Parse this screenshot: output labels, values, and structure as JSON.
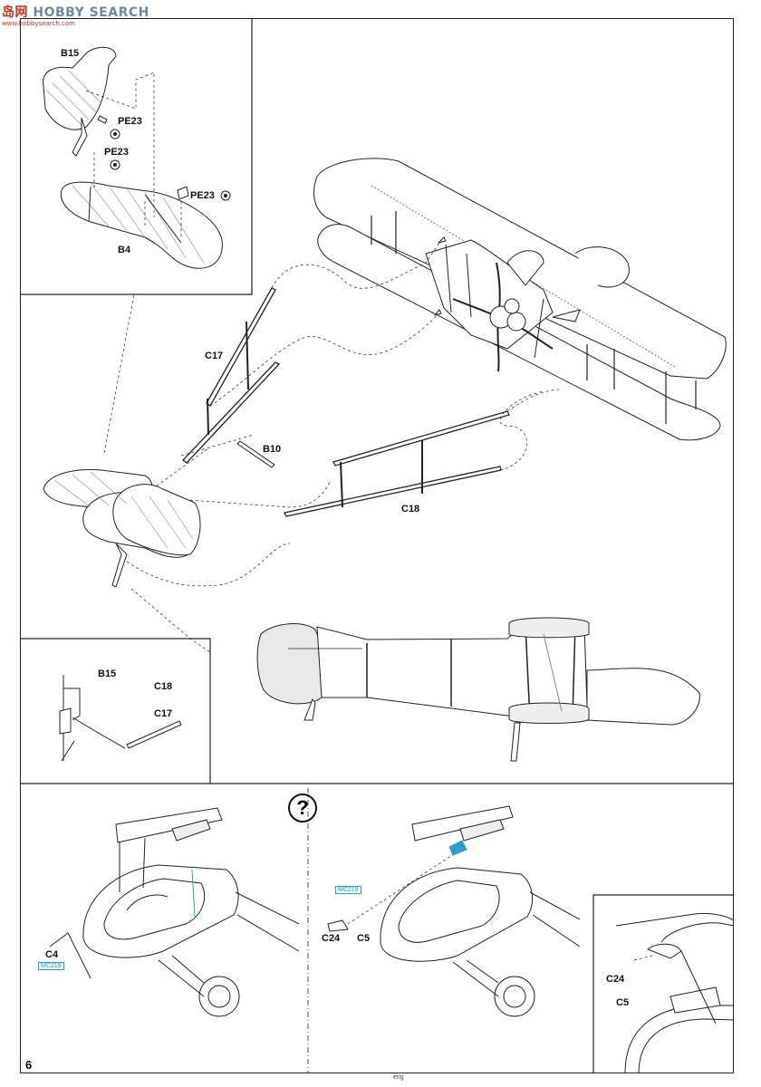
{
  "watermark": {
    "brand_cn": "岛",
    "brand_cn2": "网",
    "brand_en": "HOBBY SEARCH",
    "site": "www.hobbysearch.com"
  },
  "page_number": "6",
  "footer_mark": "eng",
  "step_marker": "?",
  "labels": {
    "b15_top": "B15",
    "pe23_a": "PE23",
    "pe23_b": "PE23",
    "pe23_c": "PE23",
    "b4": "B4",
    "c17": "C17",
    "b10": "B10",
    "c18": "C18",
    "b15_detail": "B15",
    "c18_detail": "C18",
    "c17_detail": "C17",
    "c4": "C4",
    "mc_left": "MC219",
    "mc_mid": "MC219",
    "c24_mid": "C24",
    "c5_mid": "C5",
    "c24_right": "C24",
    "c5_right": "C5"
  }
}
